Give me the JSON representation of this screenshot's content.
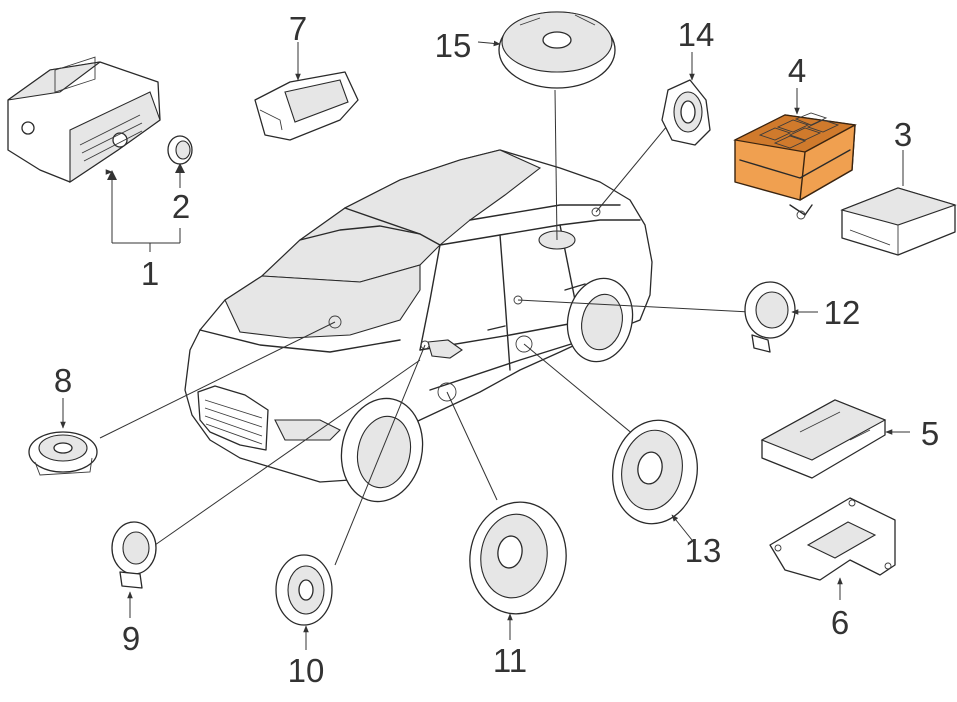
{
  "diagram": {
    "highlight_color": "#f0a050",
    "callouts": [
      {
        "id": "c1",
        "label": "1"
      },
      {
        "id": "c2",
        "label": "2"
      },
      {
        "id": "c3",
        "label": "3"
      },
      {
        "id": "c4",
        "label": "4"
      },
      {
        "id": "c5",
        "label": "5"
      },
      {
        "id": "c6",
        "label": "6"
      },
      {
        "id": "c7",
        "label": "7"
      },
      {
        "id": "c8",
        "label": "8"
      },
      {
        "id": "c9",
        "label": "9"
      },
      {
        "id": "c10",
        "label": "10"
      },
      {
        "id": "c11",
        "label": "11"
      },
      {
        "id": "c12",
        "label": "12"
      },
      {
        "id": "c13",
        "label": "13"
      },
      {
        "id": "c14",
        "label": "14"
      },
      {
        "id": "c15",
        "label": "15"
      }
    ]
  }
}
